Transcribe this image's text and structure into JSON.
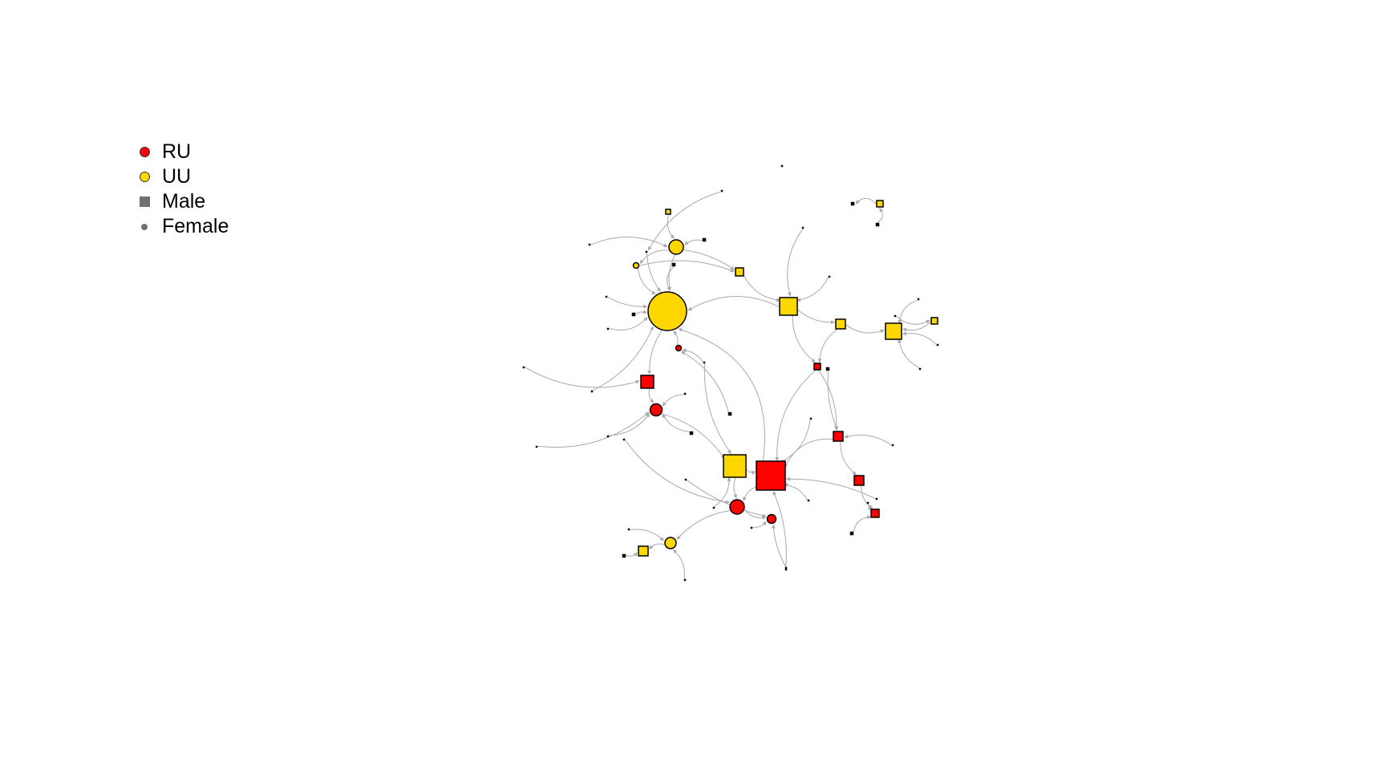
{
  "legend": {
    "items": [
      {
        "label": "RU",
        "symbol": "circle",
        "color": "#FF0000"
      },
      {
        "label": "UU",
        "symbol": "circle",
        "color": "#FFD700"
      },
      {
        "label": "Male",
        "symbol": "square",
        "color": "#707070"
      },
      {
        "label": "Female",
        "symbol": "dot",
        "color": "#707070"
      }
    ]
  },
  "colors": {
    "RU": "#FF0000",
    "UU": "#FFD700",
    "edge": "#A9A9A9",
    "outline": "#000000"
  }
}
